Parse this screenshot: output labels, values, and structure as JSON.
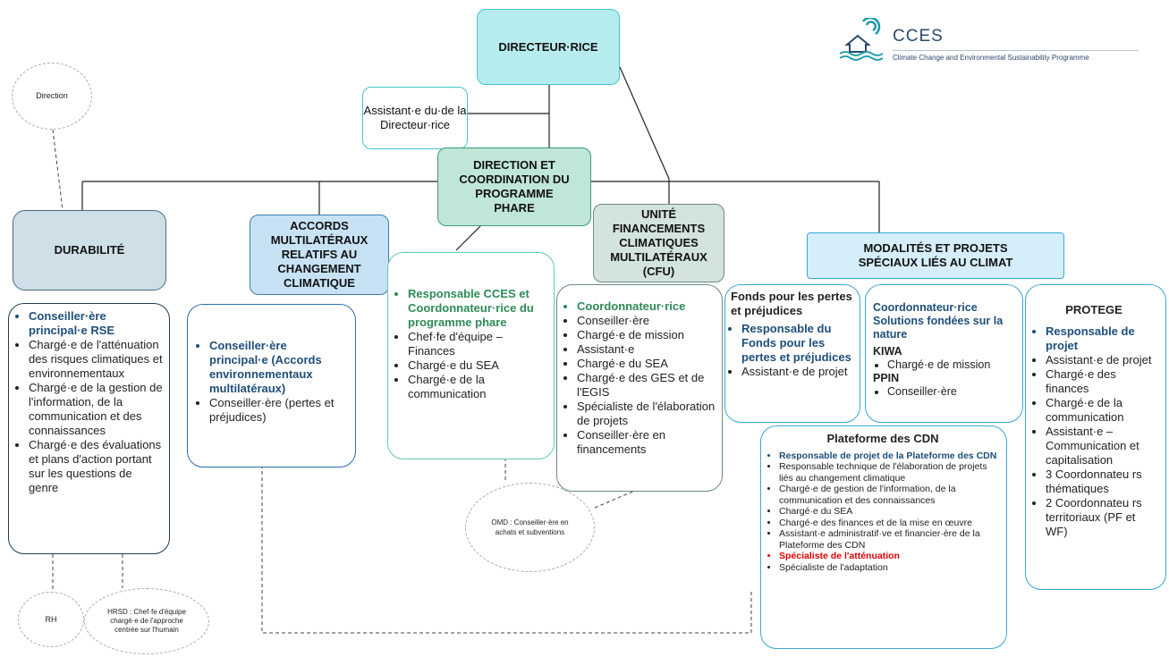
{
  "logo": {
    "title": "CCES",
    "subtitle": "Climate Change and Environmental Sustainability Programme",
    "icon": "house-waves-icon",
    "accent": "#1a9ba8"
  },
  "nodes": {
    "director": "DIRECTEUR·RICE",
    "assistant": "Assistant·e du·de la Directeur·rice",
    "direction_phare": "DIRECTION ET COORDINATION DU PROGRAMME PHARE",
    "durabilite": "DURABILITÉ",
    "accords": "ACCORDS MULTILATÉRAUX RELATIFS AU CHANGEMENT CLIMATIQUE",
    "cfu": "UNITÉ FINANCEMENTS CLIMATIQUES MULTILATÉRAUX (CFU)",
    "modalites": "MODALITÉS ET PROJETS SPÉCIAUX LIÉS AU CLIMAT"
  },
  "circles": {
    "direction": "Direction",
    "omd": "OMD : Conseiller·ère en achats et subventions",
    "rh": "RH",
    "hrsd": "HRSD : Chef·fe d'équipe chargé·e de l'approche centrée sur l'humain"
  },
  "durabilite_box": {
    "items": [
      "Conseiller·ère principal·e RSE",
      "Chargé·e de l'atténuation des risques climatiques et environnementaux",
      "Chargé·e de la gestion de l'information, de la communication et des connaissances",
      "Chargé·e des évaluations et plans d'action portant sur les questions de genre"
    ]
  },
  "accords_box": {
    "items": [
      "Conseiller·ère principal·e (Accords environnementaux multilatéraux)",
      "Conseiller·ère (pertes et préjudices)"
    ]
  },
  "phare_box": {
    "items": [
      "Responsable CCES et Coordonnateur·rice du programme phare",
      "Chef·fe d'équipe – Finances",
      "Chargé·e du SEA",
      "Chargé·e de la communication"
    ]
  },
  "cfu_box": {
    "items": [
      "Coordonnateur·rice",
      "Conseiller·ère",
      "Chargé·e de mission",
      "Assistant·e",
      "Chargé·e du SEA",
      "Chargé·e des GES et de l'EGIS",
      "Spécialiste de l'élaboration de projets",
      "Conseiller·ère en financements"
    ]
  },
  "fonds_box": {
    "title": "Fonds pour les pertes et préjudices",
    "items": [
      "Responsable du Fonds pour les pertes et préjudices",
      "Assistant·e de projet"
    ]
  },
  "snf_box": {
    "lead": "Coordonnateur·rice Solutions fondées sur la nature",
    "kiwa_title": "KIWA",
    "kiwa_item": "Chargé·e de mission",
    "ppin_title": "PPIN",
    "ppin_item": "Conseiller·ère"
  },
  "protege_box": {
    "title": "PROTEGE",
    "items": [
      "Responsable de projet",
      "Assistant·e de projet",
      "Chargé·e des finances",
      "Chargé·e de la communication",
      "Assistant·e – Communication et capitalisation",
      "3 Coordonnateu rs thématiques",
      "2 Coordonnateu rs territoriaux (PF et WF)"
    ]
  },
  "cdn_box": {
    "title": "Plateforme des CDN",
    "items": [
      "Responsable de projet de la Plateforme des CDN",
      "Responsable technique de l'élaboration de projets liés au changement climatique",
      "Chargé·e de gestion de l'information, de la communication et des connaissances",
      "Chargé·e du SEA",
      "Chargé·e des finances et de la mise en œuvre",
      "Assistant·e administratif·ve et financier·ère de la Plateforme des CDN",
      "Spécialiste de l'atténuation",
      "Spécialiste de l'adaptation"
    ]
  },
  "colors": {
    "director_fill": "#b7ecef",
    "phare_fill": "#bfe6d7",
    "durabilite_fill": "#cfdfe7",
    "accords_fill": "#c7e2f5",
    "cfu_fill": "#d3e3dd",
    "modalites_fill": "#d5eefa",
    "lead_blue": "#1f4e79",
    "lead_teal": "#2e8b57",
    "highlight_red": "#e00000"
  }
}
